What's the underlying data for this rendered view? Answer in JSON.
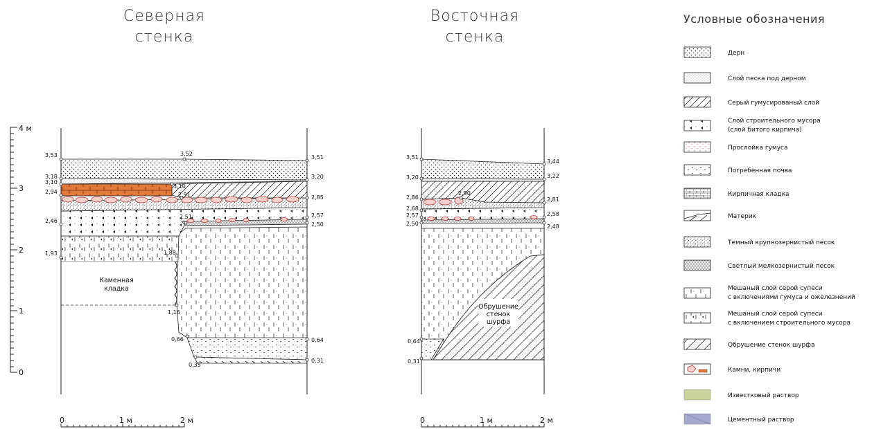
{
  "north": {
    "title_line1": "Северная",
    "title_line2": "стенка",
    "left_marks": [
      "3,53",
      "3,18",
      "3,10",
      "2,94",
      "2,46",
      "1,93"
    ],
    "right_marks": [
      "3,51",
      "3,20",
      "2,85",
      "2,57",
      "2,50",
      "0,64",
      "0,31"
    ],
    "inner_marks": [
      "3,52",
      "3,10",
      "2,91",
      "2,51",
      "1,88",
      "1,16",
      "0,66",
      "0,35"
    ],
    "masonry_line1": "Каменная",
    "masonry_line2": "кладка"
  },
  "east": {
    "title_line1": "Восточная",
    "title_line2": "стенка",
    "left_marks": [
      "3,51",
      "3,20",
      "2,86",
      "2,68",
      "2,57",
      "2,50",
      "0,64",
      "0,31"
    ],
    "right_marks": [
      "3,44",
      "3,22",
      "2,81",
      "2,58",
      "2,48"
    ],
    "inner_marks": [
      "2,90"
    ],
    "collapse_line1": "Обрушение",
    "collapse_line2": "стенок",
    "collapse_line3": "шурфа"
  },
  "vertical_scale": {
    "ticks": [
      "4 м",
      "3",
      "2",
      "1",
      "0"
    ]
  },
  "horizontal_scale": {
    "ticks": [
      "0",
      "1 м",
      "2 м"
    ]
  },
  "legend": {
    "title": "Условные обозначения",
    "items": [
      {
        "icon": "sod-swatch",
        "label1": "Дерн",
        "label2": ""
      },
      {
        "icon": "sand-under-sod-swatch",
        "label1": "Слой песка под дерном",
        "label2": ""
      },
      {
        "icon": "gray-humus-swatch",
        "label1": "Серый гумусированый слой",
        "label2": ""
      },
      {
        "icon": "construction-debris-swatch",
        "label1": "Слой строительного мусора",
        "label2": "(слой битого кирпича)"
      },
      {
        "icon": "humus-lens-swatch",
        "label1": "Прослойка гумуса",
        "label2": ""
      },
      {
        "icon": "buried-soil-swatch",
        "label1": "Погребенная почва",
        "label2": ""
      },
      {
        "icon": "brick-masonry-swatch",
        "label1": "Кирпичная кладка",
        "label2": ""
      },
      {
        "icon": "bedrock-swatch",
        "label1": "Материк",
        "label2": ""
      },
      {
        "icon": "dark-sand-swatch",
        "label1": "Темный крупнозернистый песок",
        "label2": ""
      },
      {
        "icon": "light-sand-swatch",
        "label1": "Светлый мелкозернистый песок",
        "label2": ""
      },
      {
        "icon": "mixed-loam-humus-swatch",
        "label1": "Мешаный слой серой супеси",
        "label2": "с включениями гумуса и ожелезнений"
      },
      {
        "icon": "mixed-loam-debris-swatch",
        "label1": "Мешаный слой серой супеси",
        "label2": "с включением строительного мусора"
      },
      {
        "icon": "collapse-swatch",
        "label1": "Обрушение стенок шурфа",
        "label2": ""
      },
      {
        "icon": "stones-bricks-swatch",
        "label1": "Камни, кирпичи",
        "label2": ""
      },
      {
        "icon": "lime-mortar-swatch",
        "label1": "Известковый раствор",
        "label2": ""
      },
      {
        "icon": "cement-mortar-swatch",
        "label1": "Цементный раствор",
        "label2": ""
      }
    ]
  },
  "colors": {
    "brick": "#e07a3a",
    "stone_fill": "#f6d0cc",
    "stone_stroke": "#b23a3a",
    "lime": "#c9d39a",
    "cement": "#a6a9cf",
    "humus_dot": "#d03030"
  }
}
